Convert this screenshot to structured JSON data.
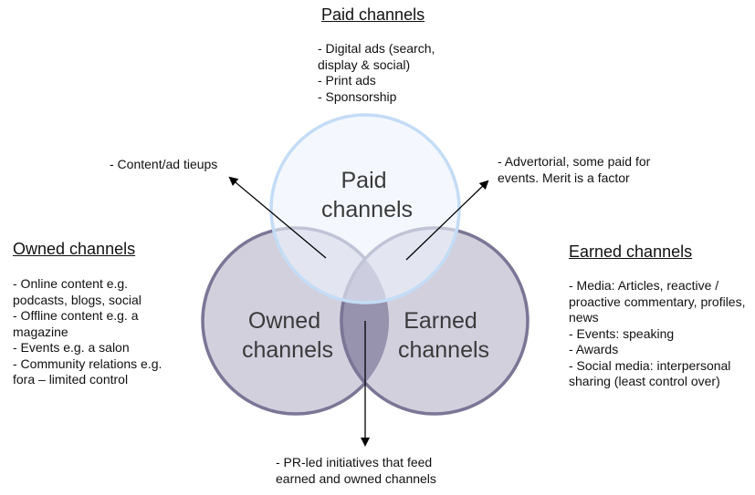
{
  "paid": {
    "heading": "Paid channels",
    "lines": [
      "- Digital ads (search,",
      "display & social)",
      "- Print ads",
      "- Sponsorship"
    ],
    "circle_label": [
      "Paid",
      "channels"
    ]
  },
  "owned": {
    "heading": "Owned channels",
    "lines": [
      "- Online content e.g.",
      "podcasts, blogs, social",
      "- Offline content e.g. a",
      "magazine",
      "- Events e.g. a salon",
      "- Community relations e.g.",
      "fora – limited control"
    ],
    "circle_label": [
      "Owned",
      "channels"
    ]
  },
  "earned": {
    "heading": "Earned channels",
    "lines": [
      "- Media: Articles, reactive /",
      "proactive commentary, profiles,",
      "news",
      "- Events: speaking",
      "- Awards",
      "- Social media: interpersonal",
      "sharing (least control over)"
    ],
    "circle_label": [
      "Earned",
      "channels"
    ]
  },
  "overlaps": {
    "paid_owned": [
      "- Content/ad tieups"
    ],
    "paid_earned": [
      "- Advertorial, some paid for",
      "events. Merit is a factor"
    ],
    "owned_earned": [
      "- PR-led initiatives that feed",
      "earned and owned channels"
    ]
  },
  "colors": {
    "paid_fill": "#eef4fd",
    "paid_stroke": "#c4dcf6",
    "owned_fill": "#d3d0de",
    "owned_stroke": "#7a7696",
    "overlap_fill": "#9792ad"
  }
}
